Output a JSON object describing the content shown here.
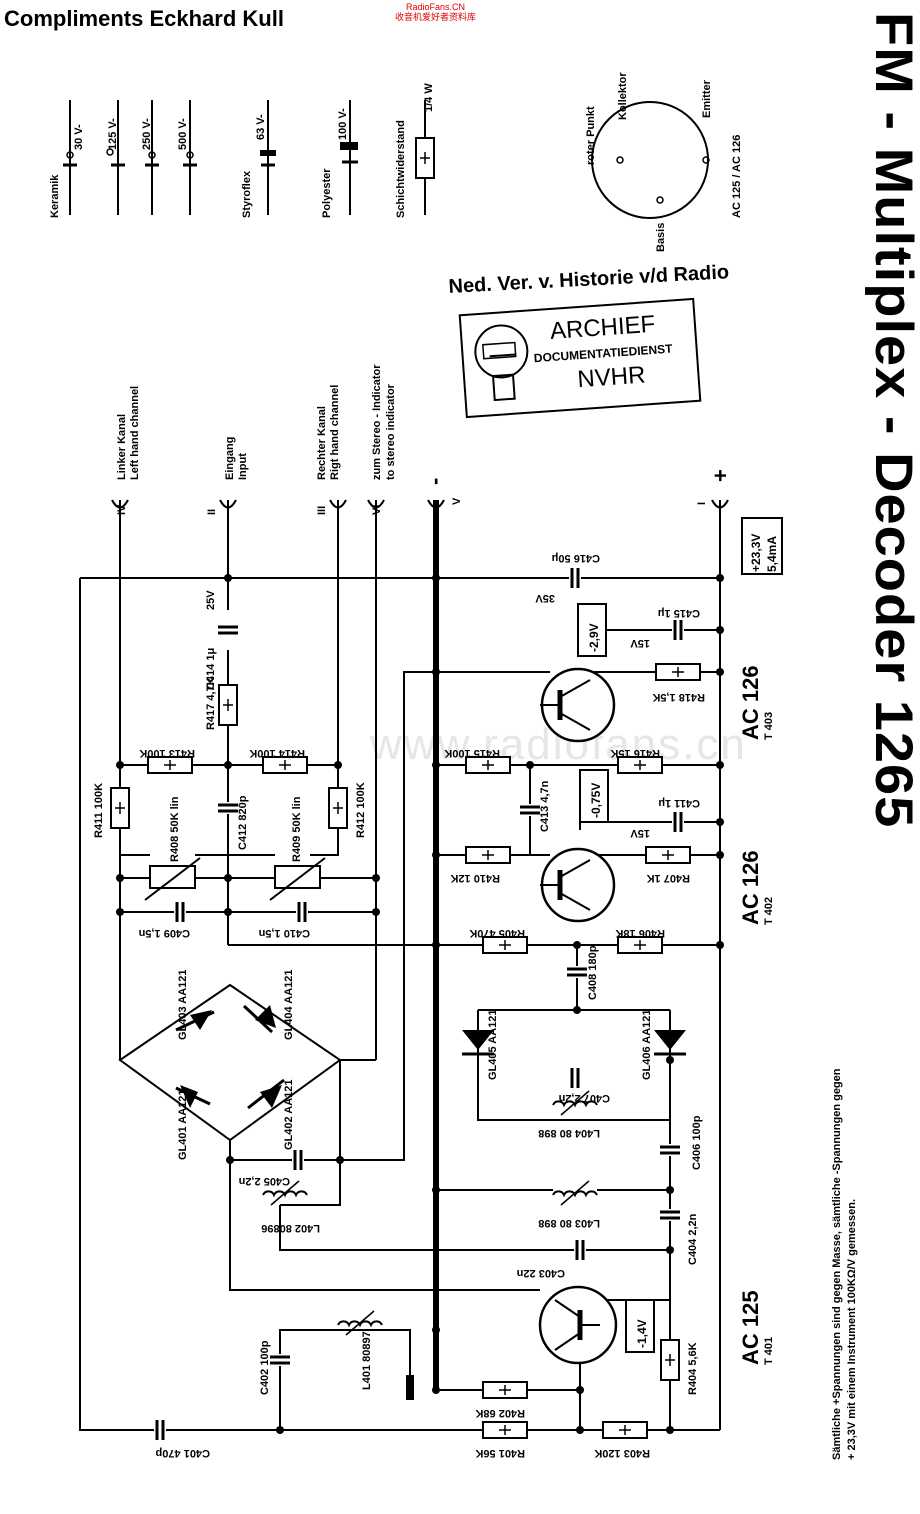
{
  "header": {
    "credit": "Compliments Eckhard Kull",
    "watermark_line1": "RadioFans.CN",
    "watermark_line2": "收音机爱好者资料库",
    "title": "FM - Multiplex - Decoder 1265",
    "museum": "Ned. Ver. v. Historie v/d Radio",
    "faint_watermark": "www.radiofans.cn"
  },
  "stamp": {
    "line1": "ARCHIEF",
    "line2": "DOCUMENTATIEDIENST",
    "line3": "NVHR"
  },
  "legend": {
    "keramik": "Keramik",
    "keramik_v1": "30 V-",
    "keramik_v2": "125 V-",
    "keramik_v3": "250 V-",
    "keramik_v4": "500 V-",
    "styroflex": "Styroflex",
    "styroflex_v": "63 V-",
    "polyester": "Polyester",
    "polyester_v": "100 V-",
    "resistor": "Schichtwiderstand",
    "resistor_w": "1/4 W",
    "trans_pkg": "AC 125 / AC 126",
    "pin_red": "roter Punkt",
    "pin_c": "Kollektor",
    "pin_e": "Emitter",
    "pin_b": "Basis"
  },
  "terminals": {
    "IV": "IV",
    "left_de": "Linker Kanal",
    "left_en": "Left hand channel",
    "II": "II",
    "in_de": "Eingang",
    "in_en": "Input",
    "III": "III",
    "right_de": "Rechter Kanal",
    "right_en": "Rigt hand channel",
    "VI": "VI",
    "stereo_de": "zum Stereo - Indicator",
    "stereo_en": "to stereo indicator",
    "minus": "-",
    "V": "V",
    "plus": "+",
    "I": "I",
    "supply_v": "+23,3V",
    "supply_i": "5,4mA"
  },
  "transistors": {
    "t403_type": "AC 126",
    "t403_ref": "T 403",
    "t402_type": "AC 126",
    "t402_ref": "T 402",
    "t401_type": "AC 125",
    "t401_ref": "T 401",
    "v403": "-2,9V",
    "v402": "-0,75V",
    "v401": "-1,4V"
  },
  "parts": {
    "C416": "C416 50μ",
    "C416v": "35V",
    "C415": "C415 1μ",
    "C415v": "15V",
    "C411": "C411 1μ",
    "C411v": "15V",
    "R418": "R418 1,5K",
    "R416": "R416 15K",
    "R415": "R415 100K",
    "C413": "C413 4,7n",
    "R410": "R410 12K",
    "R407": "R407 1K",
    "R405": "R405 470K",
    "R406": "R406 18K",
    "C408": "C408 180p",
    "GL405": "GL405 AA121",
    "GL406": "GL406 AA121",
    "C407": "C407 2,2n",
    "L404": "L404 80 898",
    "C406": "C406 100p",
    "L403": "L403 80 898",
    "C404": "C404 2,2n",
    "C403": "C403 22n",
    "R404": "R404 5,6K",
    "R402": "R402 68K",
    "R403": "R403 120K",
    "R401": "R401 56K",
    "C414": "C414 1μ",
    "C414v": "25V",
    "R417": "R417 4,7K",
    "R413": "R413 100K",
    "R414": "R414 100K",
    "R411": "R411 100K",
    "C412": "C412 820p",
    "R412": "R412 100K",
    "R408": "R408 50K lin",
    "R409": "R409 50K lin",
    "C409": "C409 1,5n",
    "C410": "C410 1,5n",
    "GL403": "GL403 AA121",
    "GL404": "GL404 AA121",
    "GL401": "GL401 AA121",
    "GL402": "GL402 AA121",
    "C405": "C405 2,2n",
    "L402": "L402 80896",
    "C402": "C402 100p",
    "L401": "L401 80897",
    "C401": "C401 470p"
  },
  "footnote": {
    "line1": "Sämtliche +Spannungen sind gegen Masse, sämtliche -Spannungen gegen",
    "line2": "+ 23,3V mit einem Instrument 100KΩ/V gemessen."
  }
}
